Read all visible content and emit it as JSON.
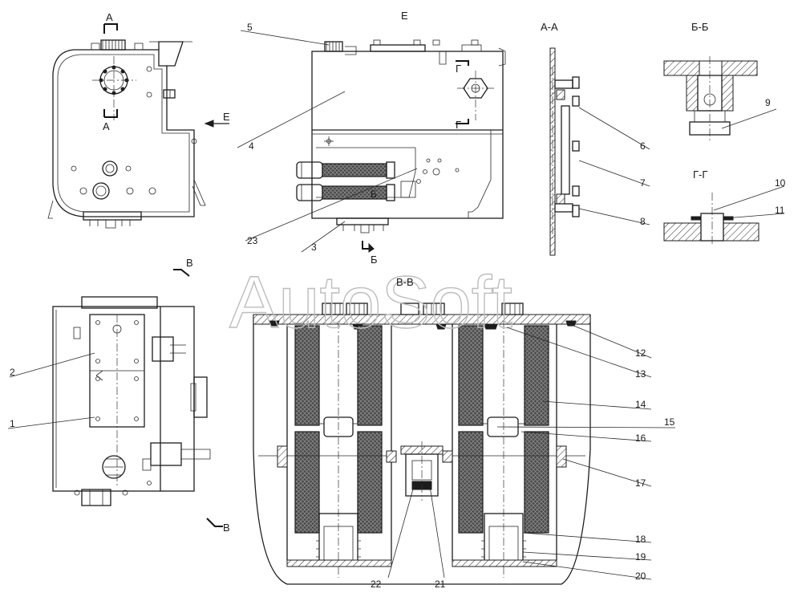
{
  "watermark": "AutoSoft",
  "view_labels": {
    "a_top": "A",
    "a_bottom": "A",
    "e_arrow": "E",
    "e_view": "E",
    "section_aa": "A-A",
    "section_bb": "Б-Б",
    "section_gg": "Г-Г",
    "section_vv": "В-В",
    "g_top": "Г",
    "g_bottom": "Г",
    "b_bottom": "Б",
    "b_inner": "Б",
    "v_top": "В",
    "v_bottom": "В"
  },
  "callouts": [
    "1",
    "2",
    "3",
    "4",
    "5",
    "6",
    "7",
    "8",
    "9",
    "10",
    "11",
    "12",
    "13",
    "14",
    "15",
    "16",
    "17",
    "18",
    "19",
    "20",
    "21",
    "22",
    "23"
  ]
}
